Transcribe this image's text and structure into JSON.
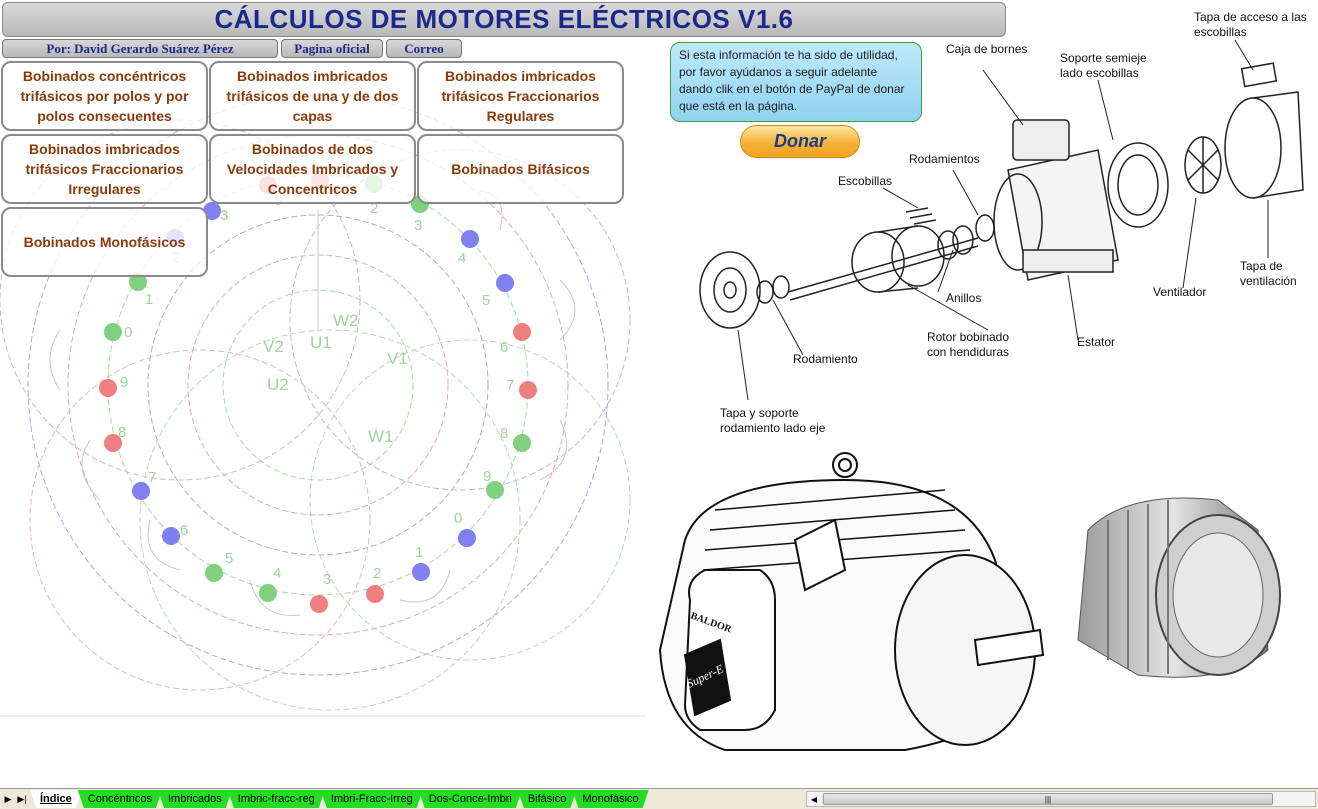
{
  "title": "CÁLCULOS DE MOTORES ELÉCTRICOS V1.6",
  "header_links": {
    "author": "Por: David Gerardo Suárez Pérez",
    "official_page": "Pagina oficial",
    "email": "Correo"
  },
  "menu": {
    "concentric": "Bobinados concéntricos trifásicos por polos y por polos consecuentes",
    "imbricated": "Bobinados imbricados trifásicos de una y de dos capas",
    "frac_regular": "Bobinados imbricados trifásicos Fraccionarios Regulares",
    "frac_irregular": "Bobinados imbricados trifásicos Fraccionarios Irregulares",
    "two_speed": "Bobinados de dos Velocidades Imbricados y Concentricos",
    "biphasic": "Bobinados Bifásicos",
    "monophasic": "Bobinados Monofásicos"
  },
  "diagram_labels": {
    "v2": "V2",
    "u1": "U1",
    "w2": "W2",
    "v1": "V1",
    "u2": "U2",
    "w1": "W1",
    "slot_numbers": [
      "3",
      "9",
      "2",
      "3",
      "4",
      "5",
      "6",
      "7",
      "8",
      "9",
      "0",
      "1",
      "2",
      "3",
      "4",
      "5",
      "6",
      "7",
      "8",
      "9",
      "0",
      "1",
      "2"
    ]
  },
  "donation": {
    "message": "Si esta información te ha sido de utilidad, por favor ayúdanos a seguir adelante dando clik en el botón de PayPal de donar que está en la página.",
    "button": "Donar"
  },
  "motor_parts": {
    "caja": "Caja de bornes",
    "soporte": "Soporte semieje lado escobillas",
    "tapa_acceso": "Tapa de acceso a las escobillas",
    "rodamientos": "Rodamientos",
    "escobillas": "Escobillas",
    "anillos": "Anillos",
    "rotor": "Rotor bobinado con hendiduras",
    "estator": "Estator",
    "ventilador": "Ventilador",
    "tapa_vent": "Tapa de ventilación",
    "rodamiento": "Rodamiento",
    "tapa_soporte": "Tapa y soporte rodamiento lado eje"
  },
  "motor_brand": {
    "nameplate": "BALDOR",
    "badge": "Super-E"
  },
  "sheet_tabs": [
    "Índice",
    "Concéntricos",
    "Imbricados",
    "Imbric-fracc-reg",
    "Imbri-Fracc-Irreg",
    "Dos-Conce-Imbri",
    "Bifásico",
    "Monofásico"
  ],
  "colors": {
    "title_text": "#1a2a8c",
    "menu_text": "#8b3a0a",
    "tab_green": "#22dd22",
    "coil_red": "#f08080",
    "coil_blue": "#8080f0",
    "coil_green": "#80d080"
  }
}
